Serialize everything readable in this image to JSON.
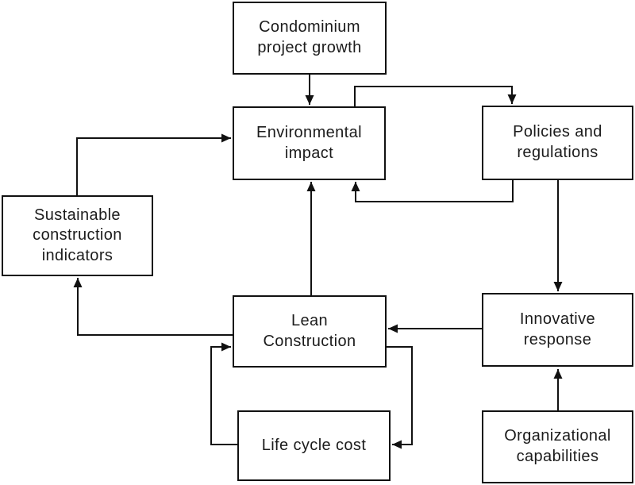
{
  "diagram": {
    "background_color": "#ffffff",
    "line_color": "#111111",
    "text_color": "#1c1c1c",
    "nodes": {
      "condominium": {
        "label": [
          "Condominium",
          "project growth"
        ]
      },
      "environmental": {
        "label": [
          "Environmental",
          "impact"
        ]
      },
      "policies": {
        "label": [
          "Policies and",
          "regulations"
        ]
      },
      "sustainable": {
        "label": [
          "Sustainable",
          "construction",
          "indicators"
        ]
      },
      "lean": {
        "label": [
          "Lean",
          "Construction"
        ]
      },
      "innovative": {
        "label": [
          "Innovative",
          "response"
        ]
      },
      "lifecycle": {
        "label": [
          "Life cycle cost"
        ]
      },
      "organizational": {
        "label": [
          "Organizational",
          "capabilities"
        ]
      }
    },
    "edges": [
      {
        "from": "condominium",
        "to": "environmental"
      },
      {
        "from": "environmental",
        "to": "policies"
      },
      {
        "from": "policies",
        "to": "environmental"
      },
      {
        "from": "sustainable",
        "to": "environmental"
      },
      {
        "from": "lean",
        "to": "environmental"
      },
      {
        "from": "policies",
        "to": "innovative"
      },
      {
        "from": "innovative",
        "to": "lean"
      },
      {
        "from": "lean",
        "to": "sustainable"
      },
      {
        "from": "lean",
        "to": "lifecycle"
      },
      {
        "from": "lifecycle",
        "to": "lean"
      },
      {
        "from": "organizational",
        "to": "innovative"
      }
    ]
  }
}
